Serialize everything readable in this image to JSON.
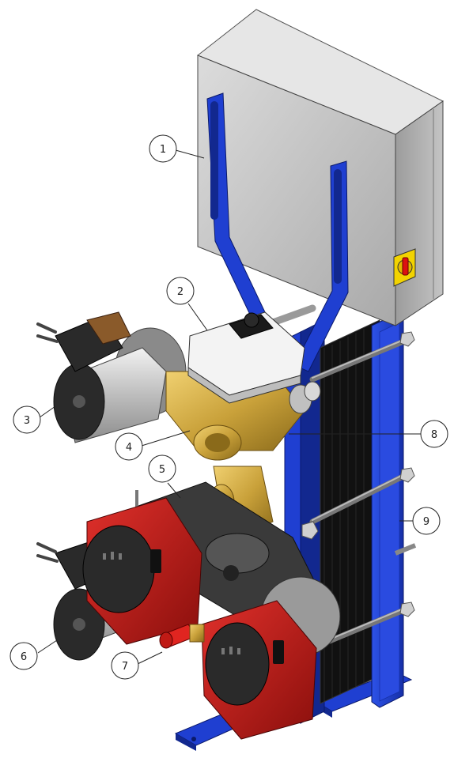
{
  "callouts": [
    {
      "id": "1",
      "label": "1"
    },
    {
      "id": "2",
      "label": "2"
    },
    {
      "id": "3",
      "label": "3"
    },
    {
      "id": "4",
      "label": "4"
    },
    {
      "id": "5",
      "label": "5"
    },
    {
      "id": "6",
      "label": "6"
    },
    {
      "id": "7",
      "label": "7"
    },
    {
      "id": "8",
      "label": "8"
    },
    {
      "id": "9",
      "label": "9"
    }
  ],
  "colors": {
    "frame_blue": "#1f3fd1",
    "frame_blue_dark": "#12288f",
    "cabinet_grey": "#c9c9c9",
    "brass": "#c9a13a",
    "pump_red": "#c41a17",
    "pump_black": "#2a2a2a",
    "motor_silver": "#d8d8d8",
    "switch_yellow": "#f2d300"
  }
}
